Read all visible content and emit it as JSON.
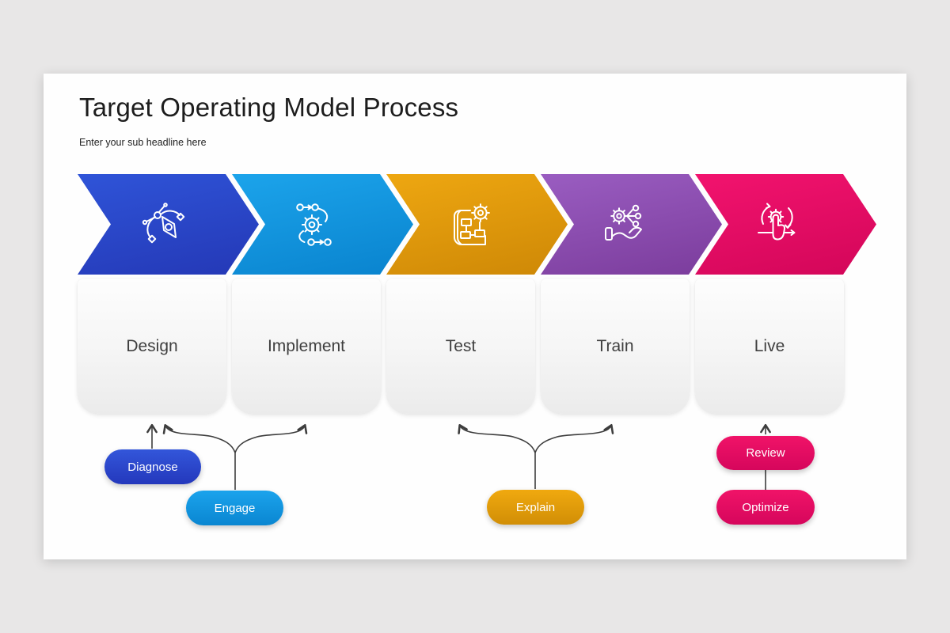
{
  "canvas": {
    "background": "#e8e7e7",
    "slide_background": "#fefefe"
  },
  "header": {
    "title": "Target Operating Model Process",
    "subtitle": "Enter your sub headline here"
  },
  "steps": [
    {
      "label": "Design",
      "icon": "pen-tool-icon",
      "gradient": {
        "angle": "168deg",
        "from": "#2F54D8",
        "to": "#2438B6"
      }
    },
    {
      "label": "Implement",
      "icon": "process-gear-icon",
      "gradient": {
        "angle": "168deg",
        "from": "#1CA4EB",
        "to": "#0983CE"
      }
    },
    {
      "label": "Test",
      "icon": "blueprint-gear-icon",
      "gradient": {
        "angle": "168deg",
        "from": "#EEA711",
        "to": "#CE8806"
      }
    },
    {
      "label": "Train",
      "icon": "hand-gear-network-icon",
      "gradient": {
        "angle": "168deg",
        "from": "#9A5DC1",
        "to": "#7B3C9C"
      }
    },
    {
      "label": "Live",
      "icon": "press-gear-cycle-icon",
      "gradient": {
        "angle": "168deg",
        "from": "#F2136E",
        "to": "#D30659"
      }
    }
  ],
  "tags": [
    {
      "label": "Diagnose",
      "connects_to": [
        "Design"
      ],
      "gradient": {
        "angle": "180deg",
        "from": "#3356DA",
        "to": "#2438BC"
      }
    },
    {
      "label": "Engage",
      "connects_to": [
        "Design",
        "Implement"
      ],
      "gradient": {
        "angle": "180deg",
        "from": "#1BA3EC",
        "to": "#0A86D1"
      }
    },
    {
      "label": "Explain",
      "connects_to": [
        "Test",
        "Train"
      ],
      "gradient": {
        "angle": "180deg",
        "from": "#F0A90F",
        "to": "#D18E06"
      }
    },
    {
      "label": "Review",
      "connects_to": [
        "Live"
      ],
      "gradient": {
        "angle": "180deg",
        "from": "#F01368",
        "to": "#D6065C"
      }
    },
    {
      "label": "Optimize",
      "connects_to": [
        "Review"
      ],
      "gradient": {
        "angle": "180deg",
        "from": "#F01368",
        "to": "#D6065C"
      }
    }
  ],
  "connectors": {
    "color": "#3d3d3d"
  }
}
